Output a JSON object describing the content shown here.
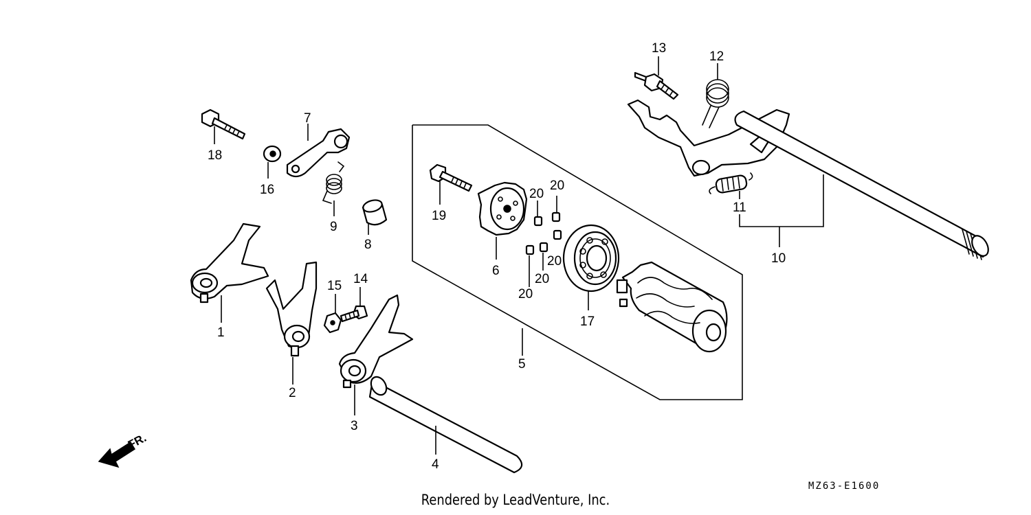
{
  "callouts": {
    "c1": "1",
    "c2": "2",
    "c3": "3",
    "c4": "4",
    "c5": "5",
    "c6": "6",
    "c7": "7",
    "c8": "8",
    "c9": "9",
    "c10": "10",
    "c11": "11",
    "c12": "12",
    "c13": "13",
    "c14": "14",
    "c15": "15",
    "c16": "16",
    "c17": "17",
    "c18": "18",
    "c19": "19",
    "c20a": "20",
    "c20b": "20",
    "c20c": "20",
    "c20d": "20",
    "c20e": "20"
  },
  "direction_label": "FR.",
  "diagram_code": "MZ63-E1600",
  "footer_text": "Rendered by LeadVenture, Inc."
}
